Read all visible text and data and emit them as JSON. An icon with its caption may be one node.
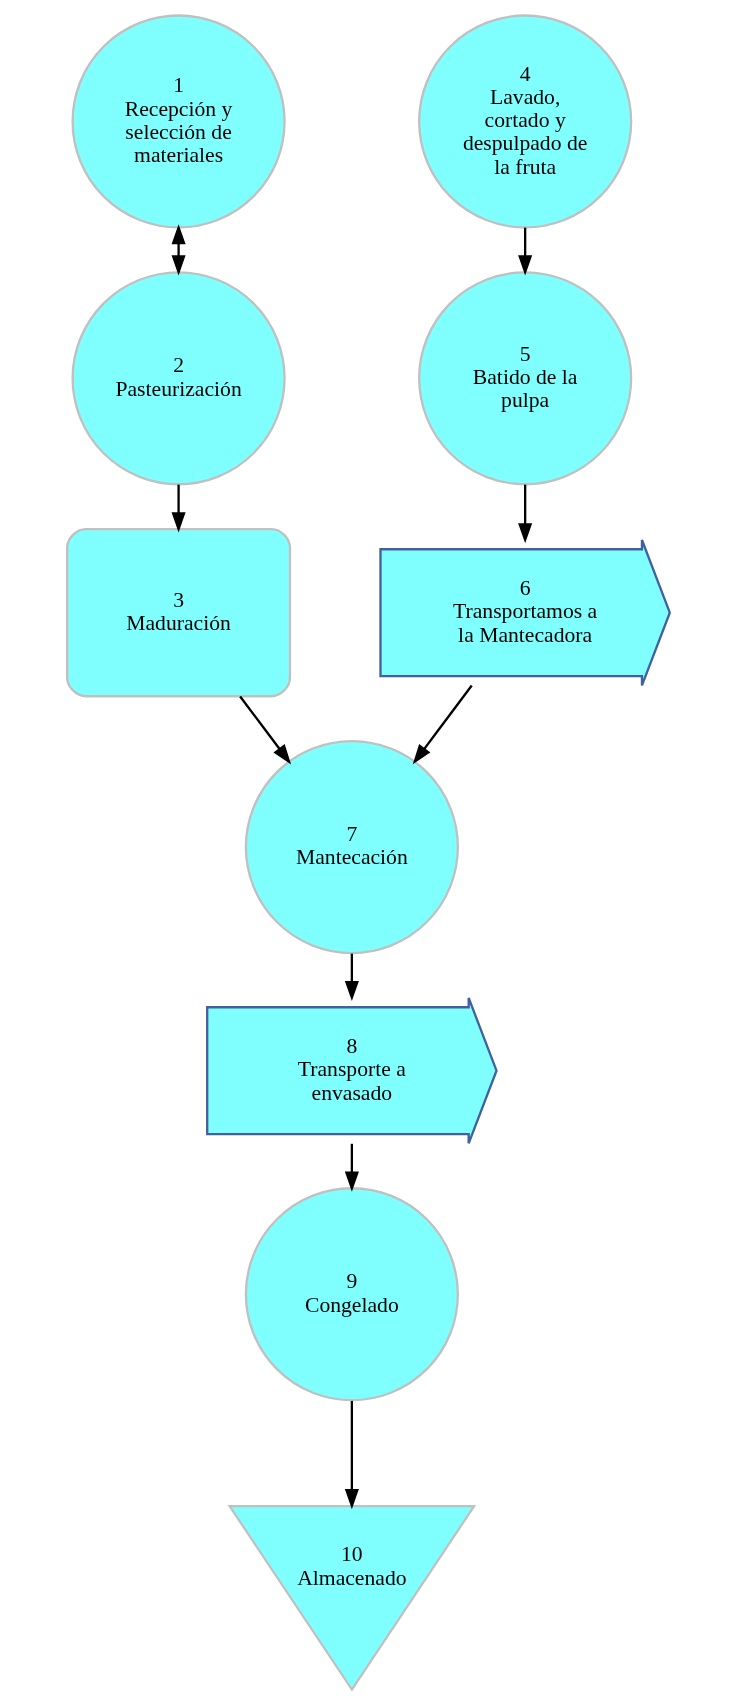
{
  "diagram": {
    "nodes": [
      {
        "text": [
          "1",
          "Recepción y selección de materiales"
        ]
      },
      {
        "text": [
          "2",
          "Pasteurización"
        ]
      },
      {
        "text": [
          "3",
          "Maduración"
        ]
      },
      {
        "text": [
          "4",
          "Lavado, cortado y despulpado de la fruta"
        ]
      },
      {
        "text": [
          "5",
          "Batido de la pulpa"
        ]
      },
      {
        "text": [
          "6",
          "Transportamos a la Mantecadora"
        ]
      },
      {
        "text": [
          "7",
          "Mantecación"
        ]
      },
      {
        "text": [
          "8",
          "Transporte a envasado"
        ]
      },
      {
        "text": [
          "9",
          "Congelado"
        ]
      },
      {
        "text": [
          "10",
          "Almacenado"
        ]
      }
    ],
    "edges": [
      {
        "from": 0,
        "to": 1,
        "arrow": "both"
      },
      {
        "from": 1,
        "to": 2,
        "arrow": "to"
      },
      {
        "from": 3,
        "to": 4,
        "arrow": "to"
      },
      {
        "from": 4,
        "to": 5,
        "arrow": "to"
      },
      {
        "from": 2,
        "to": 6,
        "arrow": "to"
      },
      {
        "from": 5,
        "to": 6,
        "arrow": "to"
      },
      {
        "from": 6,
        "to": 7,
        "arrow": "to"
      },
      {
        "from": 7,
        "to": 8,
        "arrow": "to"
      },
      {
        "from": 8,
        "to": 9,
        "arrow": "to"
      }
    ]
  }
}
